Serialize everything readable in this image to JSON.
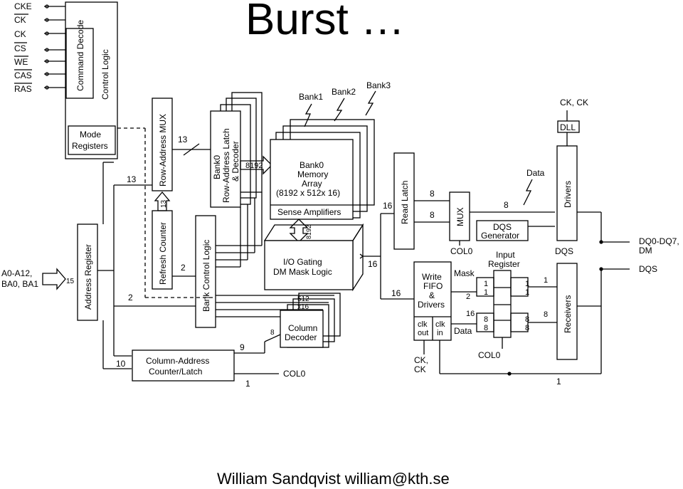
{
  "title": "Burst …",
  "footer": "William Sandqvist  william@kth.se",
  "signals": {
    "cke": "CKE",
    "ck_bar": "CK",
    "ck": "CK",
    "cs": "CS",
    "we": "WE",
    "cas": "CAS",
    "ras": "RAS",
    "address_in_1": "A0-A12,",
    "address_in_2": "BA0, BA1",
    "ck_pair_top": "CK, CK",
    "dq_out_1": "DQ0-DQ7,",
    "dq_out_2": "DM",
    "dqs_out": "DQS",
    "col0_bottom": "COL0",
    "col0_mux": "COL0",
    "col0_input": "COL0",
    "ck_bottom_1": "CK,",
    "ck_bottom_2": "CK",
    "dqs_label": "DQS",
    "data_label": "Data",
    "mask_label": "Mask",
    "data_label2": "Data"
  },
  "blocks": {
    "command_decode": "Command Decode",
    "control_logic": "Control Logic",
    "mode_registers_1": "Mode",
    "mode_registers_2": "Registers",
    "row_address_mux": "Row-Address MUX",
    "refresh_counter": "Refresh Counter",
    "address_register": "Address Register",
    "row_latch_1": "Bank0",
    "row_latch_2": "Row-Address Latch",
    "row_latch_3": "& Decoder",
    "bank_control_logic": "Bank Control Logic",
    "bank1": "Bank1",
    "bank2": "Bank2",
    "bank3": "Bank3",
    "memory_1": "Bank0",
    "memory_2": "Memory",
    "memory_3": "Array",
    "memory_4": "(8192 x 512x 16)",
    "sense_amplifiers": "Sense Amplifiers",
    "io_gating_1": "I/O Gating",
    "io_gating_2": "DM Mask Logic",
    "column_decoder_1": "Column",
    "column_decoder_2": "Decoder",
    "column_counter_1": "Column-Address",
    "column_counter_2": "Counter/Latch",
    "read_latch": "Read Latch",
    "mux": "MUX",
    "dqs_gen_1": "DQS",
    "dqs_gen_2": "Generator",
    "dll": "DLL",
    "drivers": "Drivers",
    "receivers": "Receivers",
    "write_fifo_1": "Write",
    "write_fifo_2": "FIFO",
    "write_fifo_3": "&",
    "write_fifo_4": "Drivers",
    "clk_out_1": "clk",
    "clk_out_2": "out",
    "clk_in_1": "clk",
    "clk_in_2": "in",
    "input_register_1": "Input",
    "input_register_2": "Register"
  },
  "bus_widths": {
    "b15": "15",
    "b13a": "13",
    "b13b": "13",
    "b13c": "13",
    "b2a": "2",
    "b2b": "2",
    "b8192": "8192",
    "b8192v": "8192",
    "b512": "512",
    "bx16": "x16",
    "b8a": "8",
    "b9": "9",
    "b10": "10",
    "b1a": "1",
    "b16a": "16",
    "b16b": "16",
    "b16c": "16",
    "b8b": "8",
    "b8c": "8",
    "b8d": "8",
    "b16d": "16",
    "b1b": "1",
    "ir_1a": "1",
    "ir_1b": "1",
    "ir_1c": "1",
    "ir_1d": "1",
    "ir_2": "2",
    "ir_8a": "8",
    "ir_8b": "8",
    "ir_8c": "8",
    "ir_8d": "8",
    "ir_8e": "8",
    "ir_1e": "1"
  }
}
